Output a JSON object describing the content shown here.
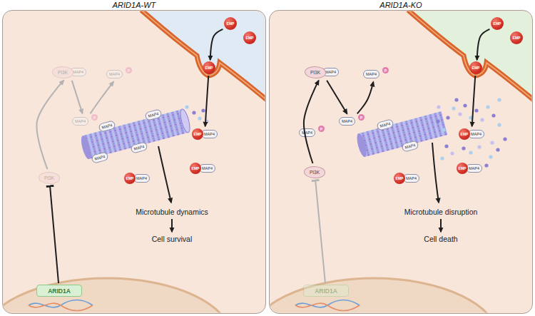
{
  "diagram": {
    "nodes": [
      {
        "text": [
          "ARID1A-WT"
        ]
      },
      {
        "text": [
          "EMP"
        ],
        "in": 0
      },
      {
        "text": [
          "EMP"
        ],
        "in": 0
      },
      {
        "text": [
          "EMP"
        ],
        "in": 0
      },
      {
        "text": [
          "PI3K",
          "MAP4"
        ],
        "in": 0
      },
      {
        "text": [
          "MAP4",
          "P"
        ],
        "in": 0
      },
      {
        "text": [
          "MAP4",
          "P"
        ],
        "in": 0
      },
      {
        "text": [
          "EMP",
          "MAP4"
        ],
        "in": 0
      },
      {
        "text": [
          "EMP",
          "MAP4"
        ],
        "in": 0
      },
      {
        "text": [
          "EMP",
          "MAP4"
        ],
        "in": 0
      },
      {
        "text": [
          "PI3K"
        ],
        "in": 0
      },
      {
        "text": [
          "Microtubule dynamics"
        ],
        "in": 0
      },
      {
        "text": [
          "Cell survival"
        ],
        "in": 0
      },
      {
        "text": [
          "ARID1A"
        ],
        "in": 0
      },
      {
        "text": [
          "ARID1A-KO"
        ]
      },
      {
        "text": [
          "EMP"
        ],
        "in": 14
      },
      {
        "text": [
          "EMP"
        ],
        "in": 14
      },
      {
        "text": [
          "EMP"
        ],
        "in": 14
      },
      {
        "text": [
          "PI3K",
          "MAP4"
        ],
        "in": 14
      },
      {
        "text": [
          "MAP4",
          "P"
        ],
        "in": 14
      },
      {
        "text": [
          "MAP4",
          "P"
        ],
        "in": 14
      },
      {
        "text": [
          "MAP4",
          "P"
        ],
        "in": 14
      },
      {
        "text": [
          "EMP",
          "MAP4"
        ],
        "in": 14
      },
      {
        "text": [
          "EMP",
          "MAP4"
        ],
        "in": 14
      },
      {
        "text": [
          "EMP",
          "MAP4"
        ],
        "in": 14
      },
      {
        "text": [
          "PI3K"
        ],
        "in": 14
      },
      {
        "text": [
          "Microtubule disruption"
        ],
        "in": 14
      },
      {
        "text": [
          "Cell death"
        ],
        "in": 14
      },
      {
        "text": [
          "ARID1A"
        ],
        "in": 14
      }
    ],
    "edges": [
      {
        "from": 1,
        "to": 3,
        "arrow": "to"
      },
      {
        "from": 3,
        "to": 7,
        "arrow": "to"
      },
      {
        "from": 10,
        "to": 4,
        "arrow": "to"
      },
      {
        "from": 4,
        "to": 6,
        "arrow": "to"
      },
      {
        "from": 6,
        "to": 5,
        "arrow": "to"
      },
      {
        "from": 13,
        "to": 10,
        "arrow": "to"
      },
      {
        "from": 11,
        "to": 12,
        "arrow": "to"
      },
      {
        "from": 15,
        "to": 17,
        "arrow": "to"
      },
      {
        "from": 17,
        "to": 22,
        "arrow": "to"
      },
      {
        "from": 25,
        "to": 18,
        "arrow": "to"
      },
      {
        "from": 18,
        "to": 20,
        "arrow": "to"
      },
      {
        "from": 20,
        "to": 19,
        "arrow": "to"
      },
      {
        "from": 28,
        "to": 25,
        "arrow": "to"
      },
      {
        "from": 26,
        "to": 27,
        "arrow": "to"
      }
    ],
    "labels": [
      "MAP4",
      "MAP4",
      "MAP4",
      "MAP4",
      "MAP4",
      "MAP4"
    ]
  }
}
